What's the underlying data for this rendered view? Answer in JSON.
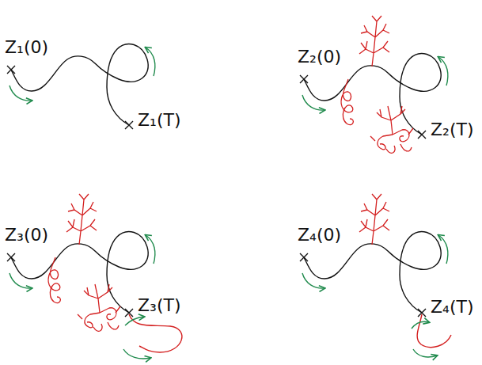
{
  "diagram": {
    "labels": [
      "Z₁(0)",
      "Z₁(T)",
      "Z₂(0)",
      "Z₂(T)",
      "Z₃(0)",
      "Z₃(T)",
      "Z₄(0)",
      "Z₄(T)"
    ]
  }
}
